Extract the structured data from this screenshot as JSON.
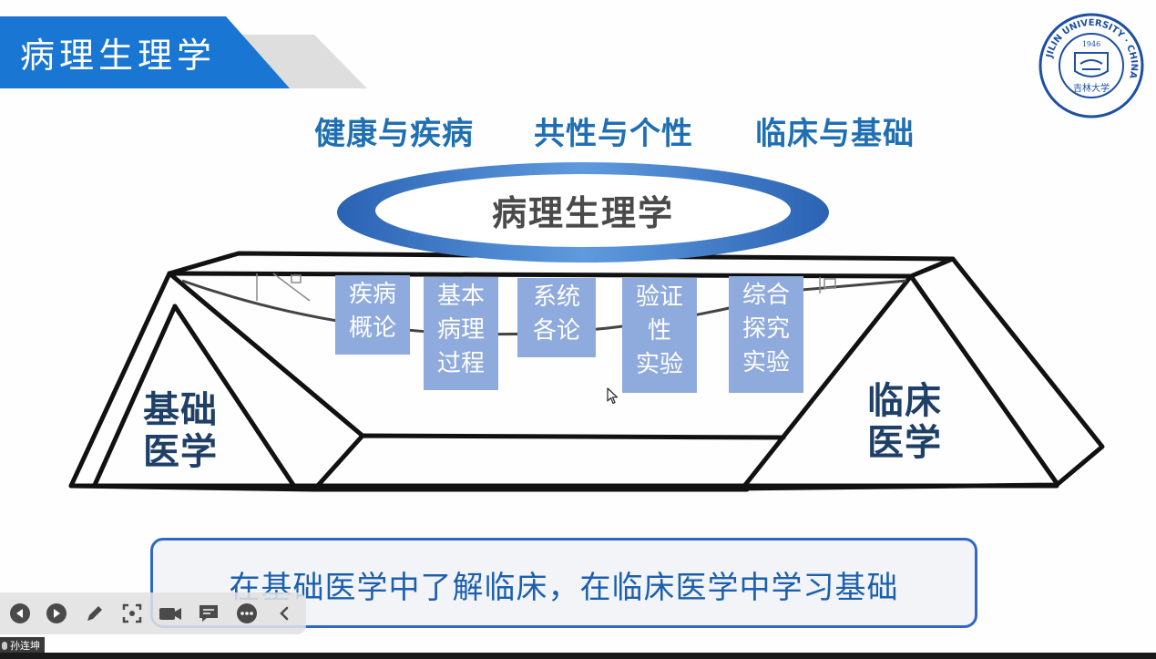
{
  "slide": {
    "banner_title": "病理生理学",
    "topics": [
      "健康与疾病",
      "共性与个性",
      "临床与基础"
    ],
    "center_label": "病理生理学",
    "pillars": [
      {
        "lines": [
          "疾病",
          "概论"
        ]
      },
      {
        "lines": [
          "基本",
          "病理",
          "过程"
        ]
      },
      {
        "lines": [
          "系统",
          "各论"
        ]
      },
      {
        "lines": [
          "验证",
          "性",
          "实验"
        ]
      },
      {
        "lines": [
          "综合",
          "探究",
          "实验"
        ]
      }
    ],
    "left_label": [
      "基础",
      "医学"
    ],
    "right_label": [
      "临床",
      "医学"
    ],
    "motto": "在基础医学中了解临床，在临床医学中学习基础"
  },
  "logo": {
    "ring_text": "JILIN UNIVERSITY · CHINA",
    "year": "1946",
    "calligraphy": "吉林大学"
  },
  "toolbar": {
    "icons": [
      "prev-icon",
      "next-icon",
      "pen-icon",
      "screenshot-icon",
      "camera-icon",
      "chat-icon",
      "more-icon",
      "collapse-icon"
    ]
  },
  "presenter": {
    "name": "孙连坤"
  },
  "colors": {
    "banner_blue": "#1976d2",
    "topic_blue": "#1f6fb2",
    "pillar_fill": "#8faadc",
    "motto_border": "#2f67c8"
  }
}
